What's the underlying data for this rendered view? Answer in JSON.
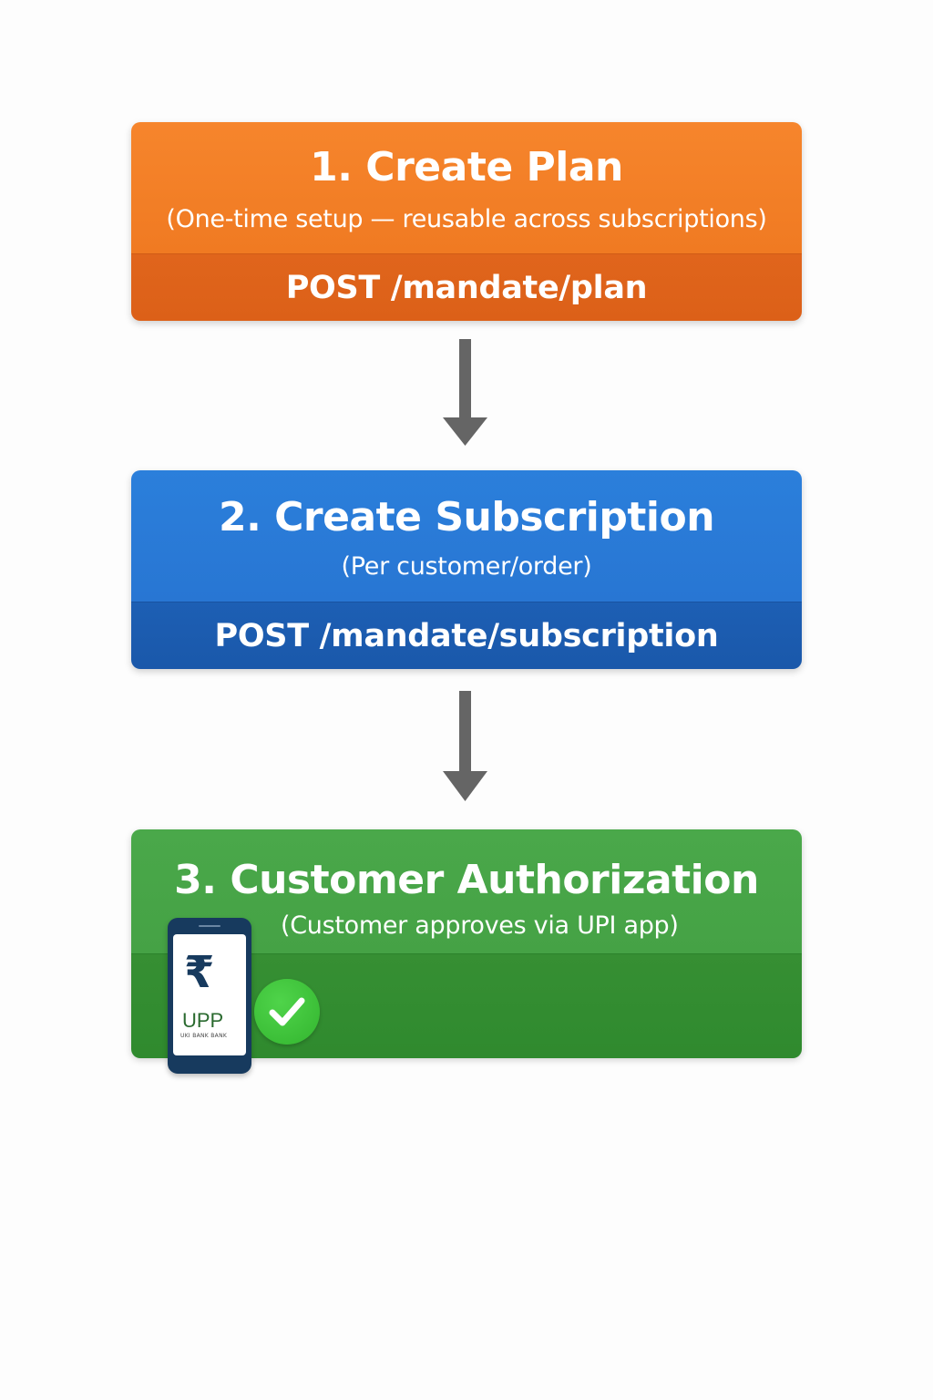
{
  "diagram": {
    "type": "vertical-flow",
    "steps": [
      {
        "number": "1",
        "title": "1. Create Plan",
        "subtitle": "(One-time setup — reusable across subscriptions)",
        "endpoint": "POST /mandate/plan",
        "color": "#f37d25",
        "band_color": "#df6319"
      },
      {
        "number": "2",
        "title": "2. Create Subscription",
        "subtitle": "(Per customer/order)",
        "endpoint": "POST /mandate/subscription",
        "color": "#2a7bd8",
        "band_color": "#1c5caf"
      },
      {
        "number": "3",
        "title": "3. Customer Authorization",
        "subtitle": "(Customer approves via UPI app)",
        "endpoint": "",
        "color": "#48a648",
        "band_color": "#338d31"
      }
    ],
    "connectors": [
      {
        "from": "1",
        "to": "2",
        "icon": "arrow-down-icon",
        "color": "#666666"
      },
      {
        "from": "2",
        "to": "3",
        "icon": "arrow-down-icon",
        "color": "#666666"
      }
    ],
    "illustration": {
      "phone_icon": "smartphone-icon",
      "currency_symbol": "₹",
      "brand": "UPP",
      "tagline": "UKI BANK BANK",
      "phone_color": "#173a5e",
      "check_icon": "check-circle-icon",
      "check_color": "#3cc237"
    }
  }
}
